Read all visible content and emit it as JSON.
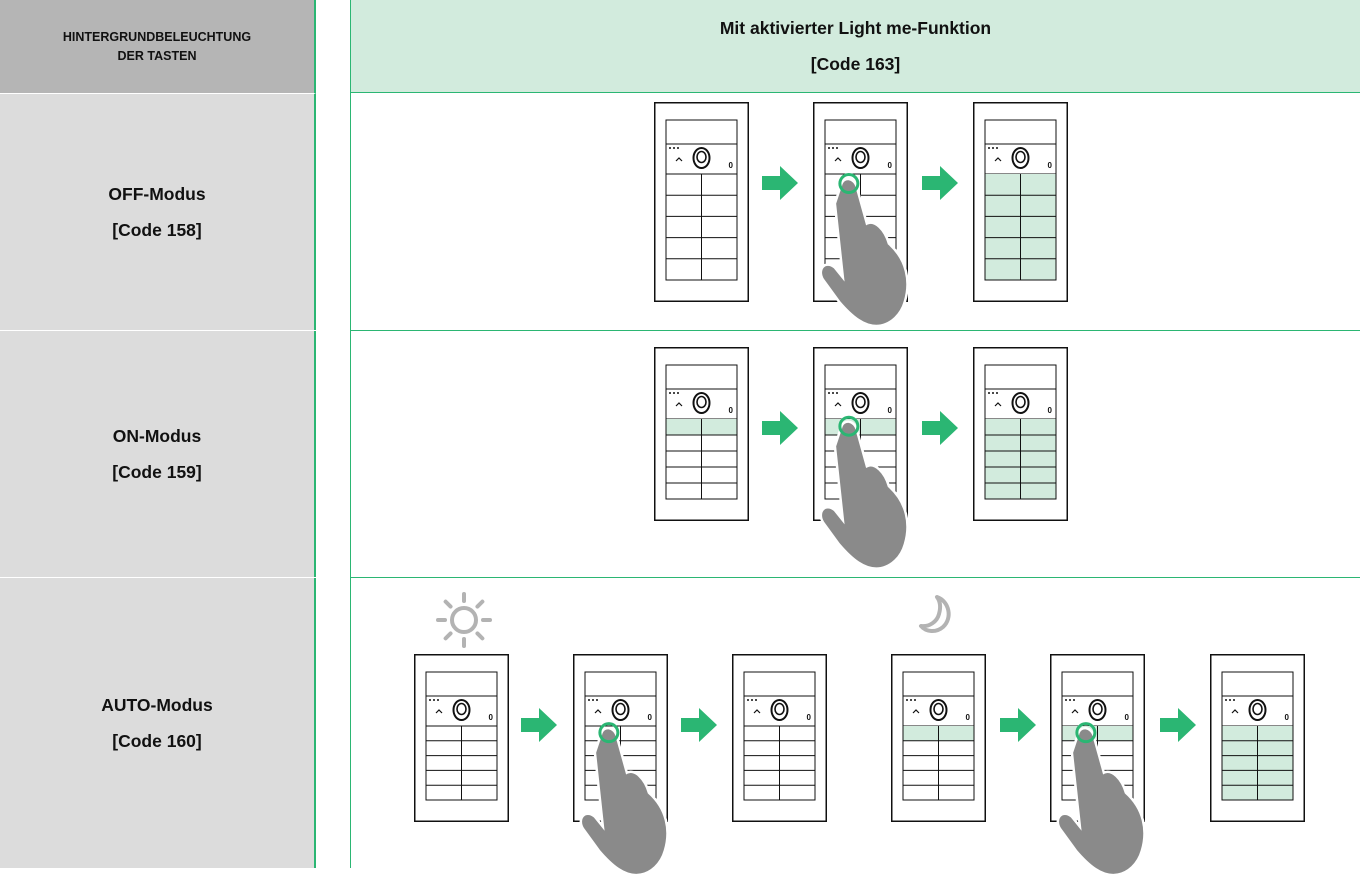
{
  "header": {
    "left_line1": "HINTERGRUNDBELEUCHTUNG",
    "left_line2": "DER TASTEN",
    "right_line1": "Mit aktivierter Light me-Funktion",
    "right_line2": "[Code 163]"
  },
  "rows": [
    {
      "mode": "OFF-Modus",
      "code": "[Code 158]"
    },
    {
      "mode": "ON-Modus",
      "code": "[Code 159]"
    },
    {
      "mode": "AUTO-Modus",
      "code": "[Code 160]"
    }
  ],
  "panel_display_digit": "0",
  "colors": {
    "accent_green": "#2bb673",
    "key_lit": "#d2ebdd",
    "left_header_bg": "#b5b5b5",
    "left_cell_bg": "#dcdcdc",
    "hand_gray": "#8a8a8a",
    "icon_gray": "#b3b3b3"
  }
}
